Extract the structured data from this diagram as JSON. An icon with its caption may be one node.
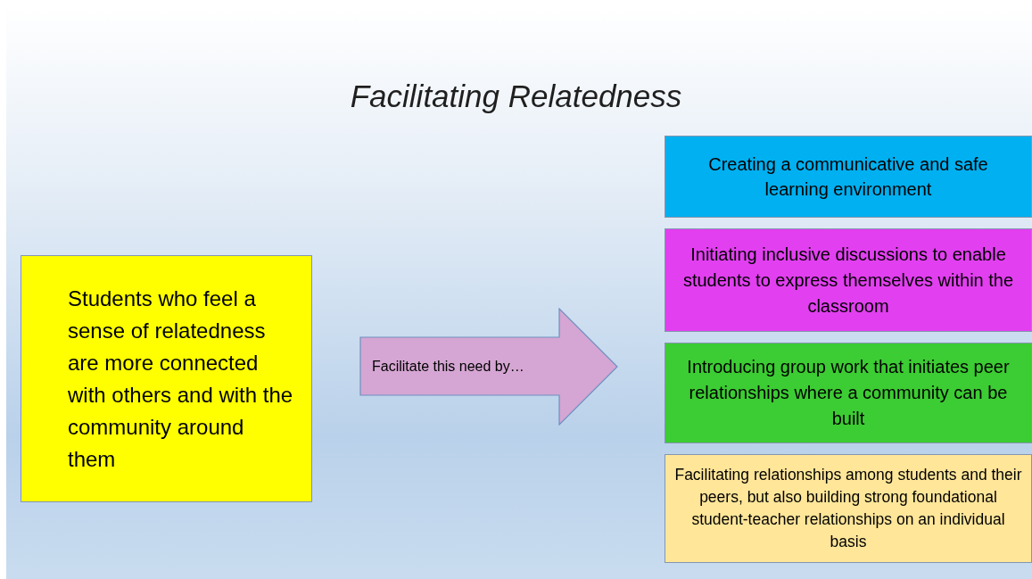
{
  "diagram": {
    "title": "Facilitating Relatedness",
    "nodes": [
      {
        "text": [
          "Students who feel a sense of relatedness are more connected with others and with the community around them"
        ]
      },
      {
        "text": [
          "Facilitate this need by…"
        ]
      },
      {
        "text": [
          "Creating a communicative and safe learning environment"
        ]
      },
      {
        "text": [
          "Initiating inclusive discussions to enable students to express themselves within the classroom"
        ]
      },
      {
        "text": [
          "Introducing group work that initiates peer relationships where a community can be built"
        ]
      },
      {
        "text": [
          "Facilitating relationships among students and their peers, but also building strong foundational student-teacher relationships on an individual basis"
        ]
      }
    ]
  }
}
